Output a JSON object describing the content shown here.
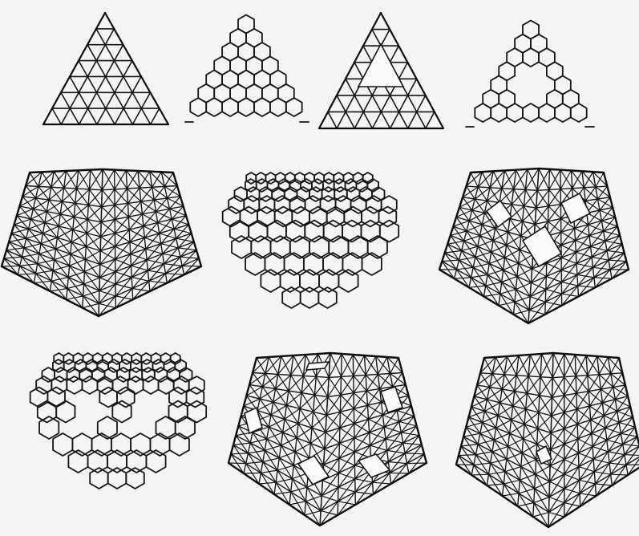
{
  "figure": {
    "background": "#f4f4f4",
    "ink": "#151515",
    "rows": [
      {
        "name": "top-row",
        "panels": [
          {
            "name": "triangle-mesh-panel",
            "kind": "triangle",
            "pattern": "triangular",
            "defect": "none"
          },
          {
            "name": "triangle-hex-panel",
            "kind": "triangle",
            "pattern": "hexagonal",
            "defect": "none"
          },
          {
            "name": "triangle-mesh-hole-panel",
            "kind": "triangle",
            "pattern": "triangular",
            "defect": "central-hole"
          },
          {
            "name": "triangle-hex-hole-panel",
            "kind": "triangle",
            "pattern": "hexagonal",
            "defect": "central-hole"
          }
        ]
      },
      {
        "name": "middle-row",
        "panels": [
          {
            "name": "pentagon-mesh-panel",
            "kind": "pentagon",
            "pattern": "triangular",
            "defect": "none"
          },
          {
            "name": "cap-hex-panel",
            "kind": "cap",
            "pattern": "hexagonal",
            "defect": "none"
          },
          {
            "name": "pentagon-mesh-holes-panel",
            "kind": "pentagon",
            "pattern": "triangular",
            "defect": "diamond-holes"
          }
        ]
      },
      {
        "name": "bottom-row",
        "panels": [
          {
            "name": "cap-hex-holes-panel",
            "kind": "cap",
            "pattern": "hexagonal",
            "defect": "two-holes"
          },
          {
            "name": "pentagon-mesh-openings-panel",
            "kind": "pentagon",
            "pattern": "triangular",
            "defect": "openings"
          },
          {
            "name": "pentagon-mesh-small-hole-panel",
            "kind": "pentagon",
            "pattern": "triangular",
            "defect": "small-hole"
          }
        ]
      }
    ]
  }
}
